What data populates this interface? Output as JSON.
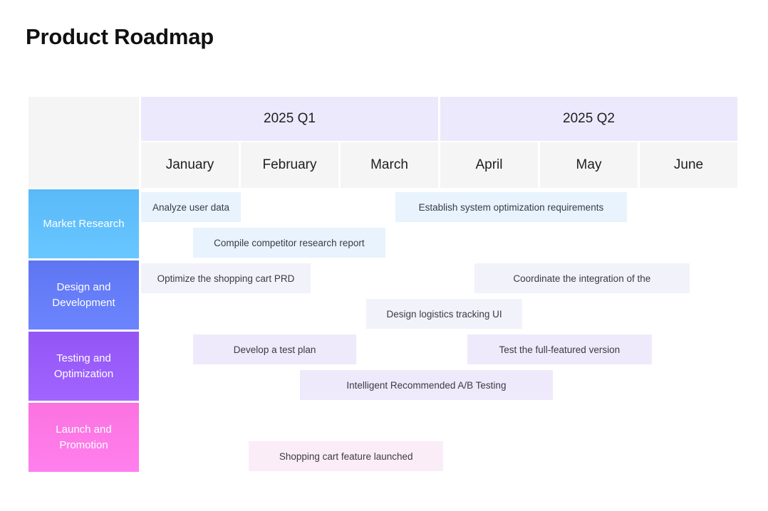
{
  "page": {
    "title": "Product Roadmap"
  },
  "chart_data": {
    "type": "table",
    "title": "Product Roadmap",
    "corner_label": "",
    "quarters": [
      {
        "label": "2025 Q1",
        "months": [
          "January",
          "February",
          "March"
        ]
      },
      {
        "label": "2025 Q2",
        "months": [
          "April",
          "May",
          "June"
        ]
      }
    ],
    "months": [
      "January",
      "February",
      "March",
      "April",
      "May",
      "June"
    ],
    "colors": {
      "quarter_header_bg": "#ece9fd",
      "month_header_bg": "#f5f5f6",
      "corner_bg": "#f5f5f6",
      "row_market_research": "#5ab9f8",
      "row_design_development": "#5f76f2",
      "row_testing_optimization": "#9356f6",
      "row_launch_promotion": "#fa72e0",
      "bar_market_research": "#e8f3fd",
      "bar_design_development": "#f2f2fa",
      "bar_testing_optimization": "#eeeafb",
      "bar_launch_promotion": "#fbedf8"
    },
    "rows": [
      {
        "label": "Market Research",
        "color": "#5ab9f8",
        "bar_color": "#e8f3fd",
        "tasks": [
          {
            "label": "Analyze user data",
            "start_month": 0,
            "end_month": 1,
            "lane": 0
          },
          {
            "label": "Establish system optimization requirements",
            "start_month": 2.55,
            "end_month": 4.87,
            "lane": 0
          },
          {
            "label": "Compile competitor research report",
            "start_month": 0.52,
            "end_month": 2.45,
            "lane": 1
          }
        ]
      },
      {
        "label": "Design and Development",
        "color": "#5f76f2",
        "bar_color": "#f2f2fa",
        "tasks": [
          {
            "label": "Optimize the shopping cart PRD",
            "start_month": 0,
            "end_month": 1.7,
            "lane": 0
          },
          {
            "label": "Coordinate the integration of the",
            "start_month": 3.34,
            "end_month": 5.5,
            "lane": 0
          },
          {
            "label": "Design logistics tracking UI",
            "start_month": 2.26,
            "end_month": 3.82,
            "lane": 1
          }
        ]
      },
      {
        "label": "Testing and Optimization",
        "color": "#9356f6",
        "bar_color": "#eeeafb",
        "tasks": [
          {
            "label": "Develop a test plan",
            "start_month": 0.52,
            "end_month": 2.16,
            "lane": 0
          },
          {
            "label": "Test the full-featured version",
            "start_month": 3.27,
            "end_month": 5.12,
            "lane": 0
          },
          {
            "label": "Intelligent Recommended A/B Testing",
            "start_month": 1.59,
            "end_month": 4.13,
            "lane": 1
          }
        ]
      },
      {
        "label": "Launch and Promotion",
        "color": "#fa72e0",
        "bar_color": "#fbedf8",
        "tasks": [
          {
            "label": "Shopping cart feature launched",
            "start_month": 1.08,
            "end_month": 3.03,
            "lane": 1
          }
        ]
      }
    ]
  }
}
